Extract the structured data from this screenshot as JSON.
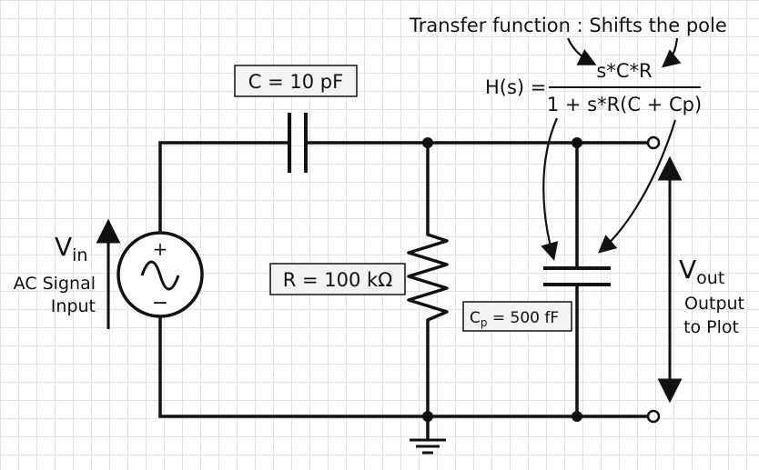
{
  "annotation": {
    "title": "Transfer function : Shifts the pole",
    "lhs": "H(s) =",
    "numerator": "s*C*R",
    "denominator": "1 + s*R(C + Cp)"
  },
  "components": {
    "capacitor_c": "C = 10 pF",
    "resistor_r": "R = 100 kΩ",
    "capacitor_cp_symbol": "C",
    "capacitor_cp_subscript": "p",
    "capacitor_cp_value": " = 500 fF"
  },
  "source": {
    "v_symbol": "V",
    "v_subscript": "in",
    "label_line1": "AC Signal",
    "label_line2": "Input",
    "plus": "+",
    "minus": "−"
  },
  "output": {
    "v_symbol": "V",
    "v_subscript": "out",
    "label_line1": "Output",
    "label_line2": "to Plot"
  }
}
